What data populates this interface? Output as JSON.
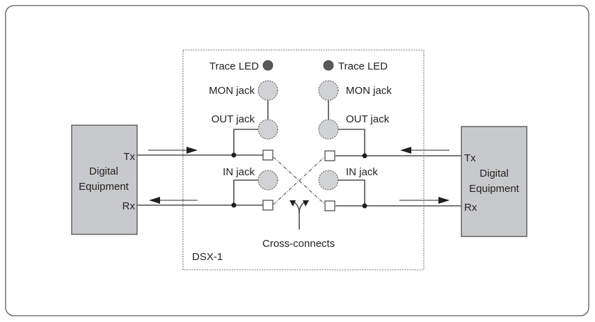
{
  "diagram": {
    "title": "DSX-1 cross-connect diagram",
    "dsx_label": "DSX-1",
    "cross_connects_label": "Cross-connects",
    "left_equipment": {
      "label_line1": "Digital",
      "label_line2": "Equipment",
      "tx_label": "Tx",
      "rx_label": "Rx"
    },
    "right_equipment": {
      "label_line1": "Digital",
      "label_line2": "Equipment",
      "tx_label": "Tx",
      "rx_label": "Rx"
    },
    "left_panel": {
      "trace_led_label": "Trace LED",
      "mon_jack_label": "MON jack",
      "out_jack_label": "OUT jack",
      "in_jack_label": "IN jack"
    },
    "right_panel": {
      "trace_led_label": "Trace LED",
      "mon_jack_label": "MON jack",
      "out_jack_label": "OUT jack",
      "in_jack_label": "IN jack"
    },
    "colors": {
      "equipment_fill": "#c8c9cb",
      "jack_fill": "#d1d2d4",
      "led_fill": "#58595b",
      "line": "#4d4d4f",
      "text": "#231f20"
    }
  }
}
